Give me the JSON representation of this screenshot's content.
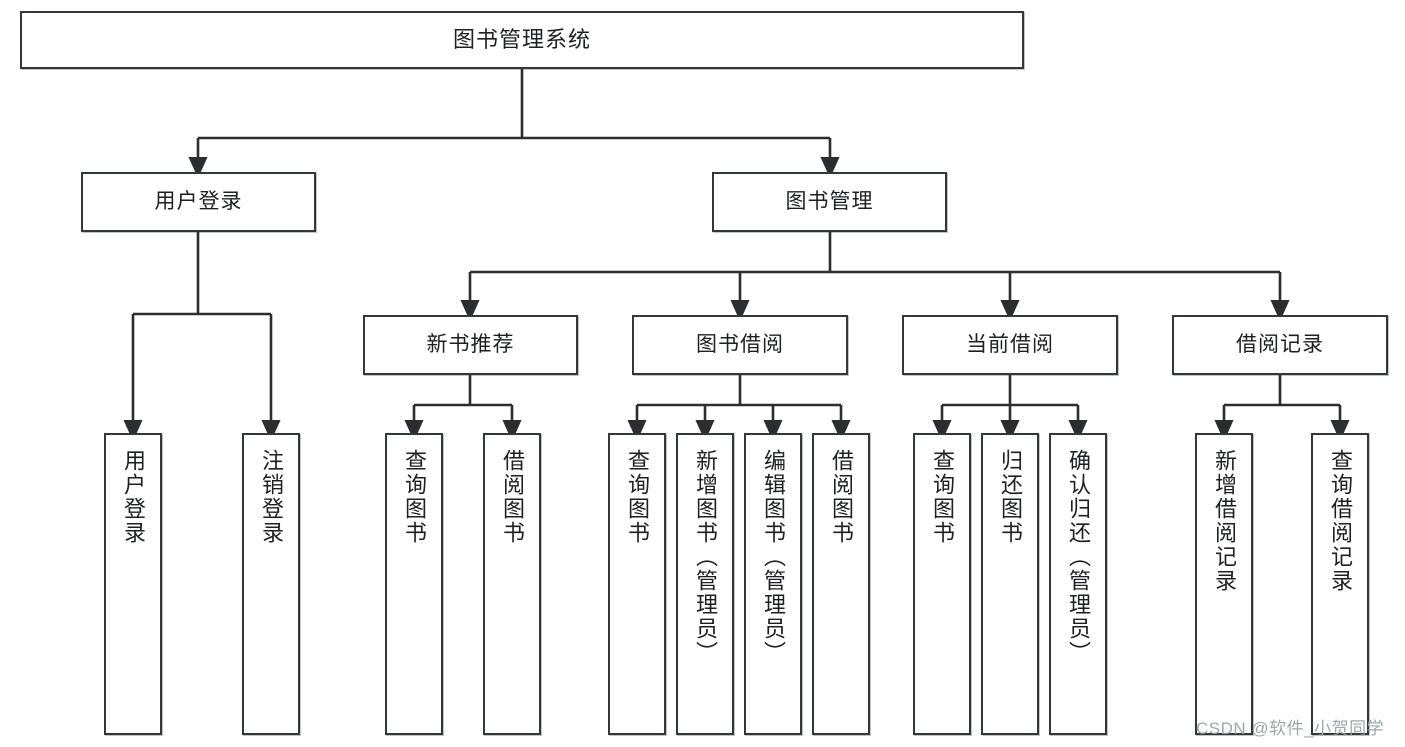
{
  "diagram": {
    "type": "tree-hierarchy",
    "title": "图书管理系统",
    "watermark": "CSDN @软件_小贺同学",
    "colors": {
      "box_border": "#33363a",
      "box_fill": "#ffffff",
      "edge": "#2b2d30",
      "text": "#1d1f22",
      "watermark": "#9aa0a6"
    },
    "nodes": {
      "root": {
        "label": "图书管理系统"
      },
      "level2": [
        {
          "id": "user-login",
          "label": "用户登录"
        },
        {
          "id": "book-manage",
          "label": "图书管理"
        }
      ],
      "level3": [
        {
          "id": "new-book-recommend",
          "label": "新书推荐"
        },
        {
          "id": "book-borrow",
          "label": "图书借阅"
        },
        {
          "id": "current-borrow",
          "label": "当前借阅"
        },
        {
          "id": "borrow-record",
          "label": "借阅记录"
        }
      ],
      "leaves": {
        "user-login": [
          {
            "id": "leaf-user-login",
            "label": "用户登录"
          },
          {
            "id": "leaf-user-logout",
            "label": "注销登录"
          }
        ],
        "new-book-recommend": [
          {
            "id": "leaf-query-book-1",
            "label": "查询图书"
          },
          {
            "id": "leaf-borrow-book-1",
            "label": "借阅图书"
          }
        ],
        "book-borrow": [
          {
            "id": "leaf-query-book-2",
            "label": "查询图书"
          },
          {
            "id": "leaf-add-book",
            "label": "新增图书（管理员）"
          },
          {
            "id": "leaf-edit-book",
            "label": "编辑图书（管理员）"
          },
          {
            "id": "leaf-borrow-book-2",
            "label": "借阅图书"
          }
        ],
        "current-borrow": [
          {
            "id": "leaf-query-book-3",
            "label": "查询图书"
          },
          {
            "id": "leaf-return-book",
            "label": "归还图书"
          },
          {
            "id": "leaf-confirm-return",
            "label": "确认归还（管理员）"
          }
        ],
        "borrow-record": [
          {
            "id": "leaf-add-record",
            "label": "新增借阅记录"
          },
          {
            "id": "leaf-query-record",
            "label": "查询借阅记录"
          }
        ]
      }
    }
  }
}
